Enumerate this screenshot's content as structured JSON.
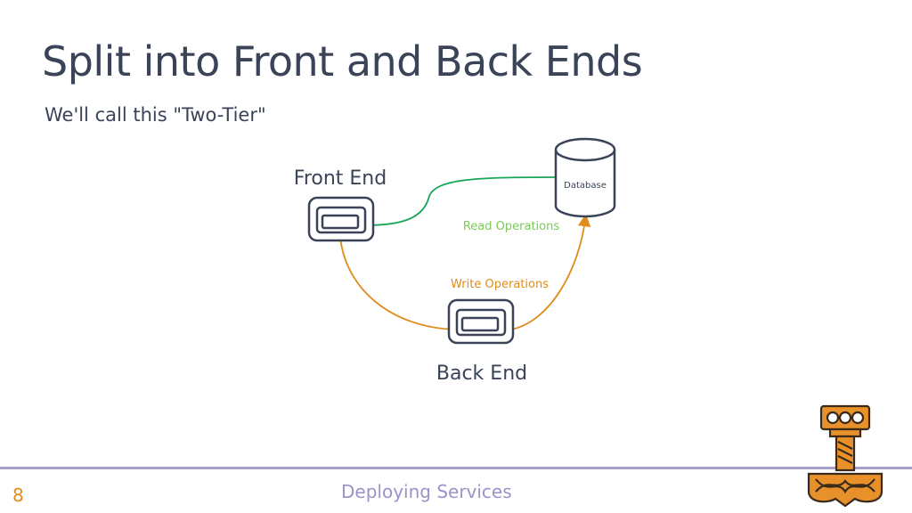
{
  "slide": {
    "title": "Split into Front and Back Ends",
    "subtitle": "We'll call this \"Two-Tier\"",
    "page_number": "8",
    "footer_title": "Deploying Services"
  },
  "diagram": {
    "nodes": {
      "front_end": "Front End",
      "back_end": "Back End",
      "database": "Database"
    },
    "edges": {
      "read": "Read Operations",
      "write": "Write Operations"
    },
    "colors": {
      "read": "#1aa65a",
      "read_label": "#7cc95a",
      "write": "#e08c1c",
      "ink": "#3a4358"
    }
  },
  "logo": {
    "icon": "thors-hammer-icon"
  }
}
